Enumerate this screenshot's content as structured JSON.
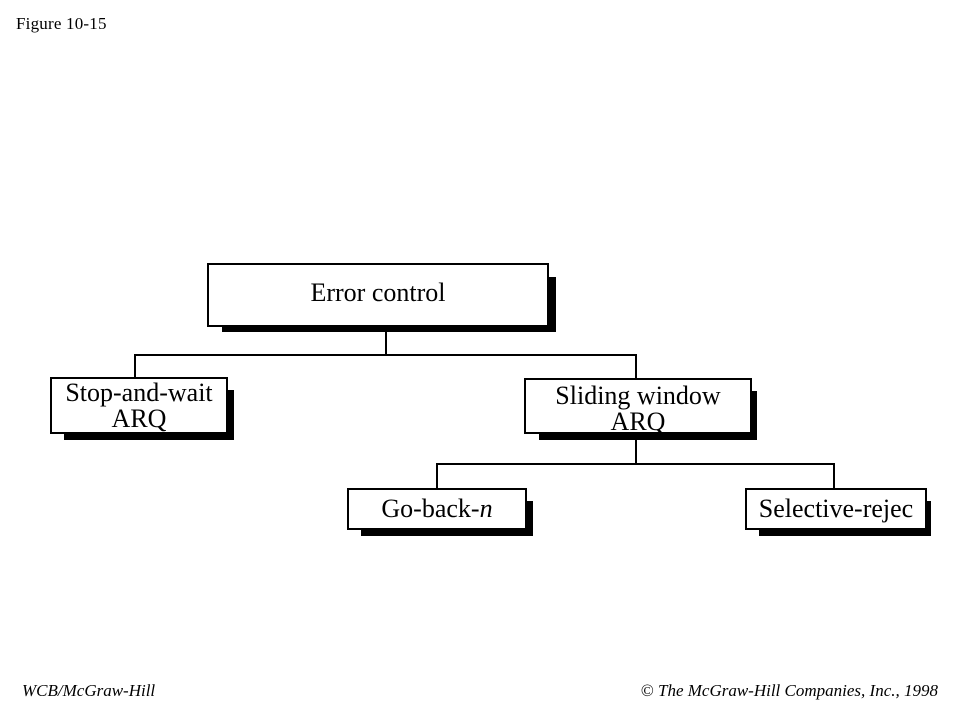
{
  "figure_label": "Figure 10-15",
  "diagram": {
    "root": "Error control",
    "stop_and_wait": {
      "line1": "Stop-and-wait",
      "line2": "ARQ"
    },
    "sliding_window": {
      "line1": "Sliding window",
      "line2": "ARQ"
    },
    "go_back_n": {
      "prefix": "Go-back-",
      "n": "n"
    },
    "selective_reject": "Selective-rejec"
  },
  "footer": {
    "left": "WCB/McGraw-Hill",
    "copyright_symbol": "©",
    "right": "The McGraw-Hill Companies, Inc., 1998"
  }
}
